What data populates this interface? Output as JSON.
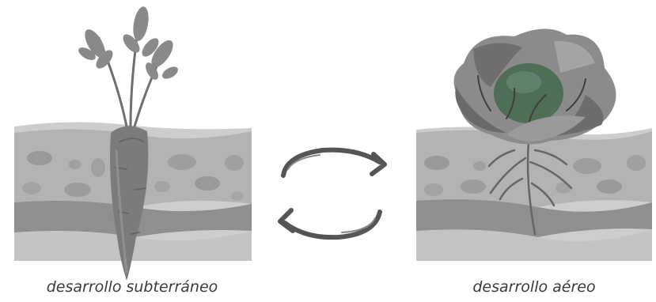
{
  "captions": {
    "underground": "desarrollo subterráneo",
    "aerial": "desarrollo aéreo"
  },
  "illustrations": {
    "left": "carrot-in-soil",
    "right": "cabbage-on-soil",
    "center": "cycle-arrows-icon"
  },
  "colors": {
    "soil_light": "#c2c2c2",
    "soil_mid": "#a6a6a6",
    "soil_dark": "#8e8e8e",
    "plant_dark": "#5a5a5a",
    "plant_mid": "#7b7b7b",
    "head_green": "#4e6e56",
    "caption": "#3a3a3a"
  }
}
